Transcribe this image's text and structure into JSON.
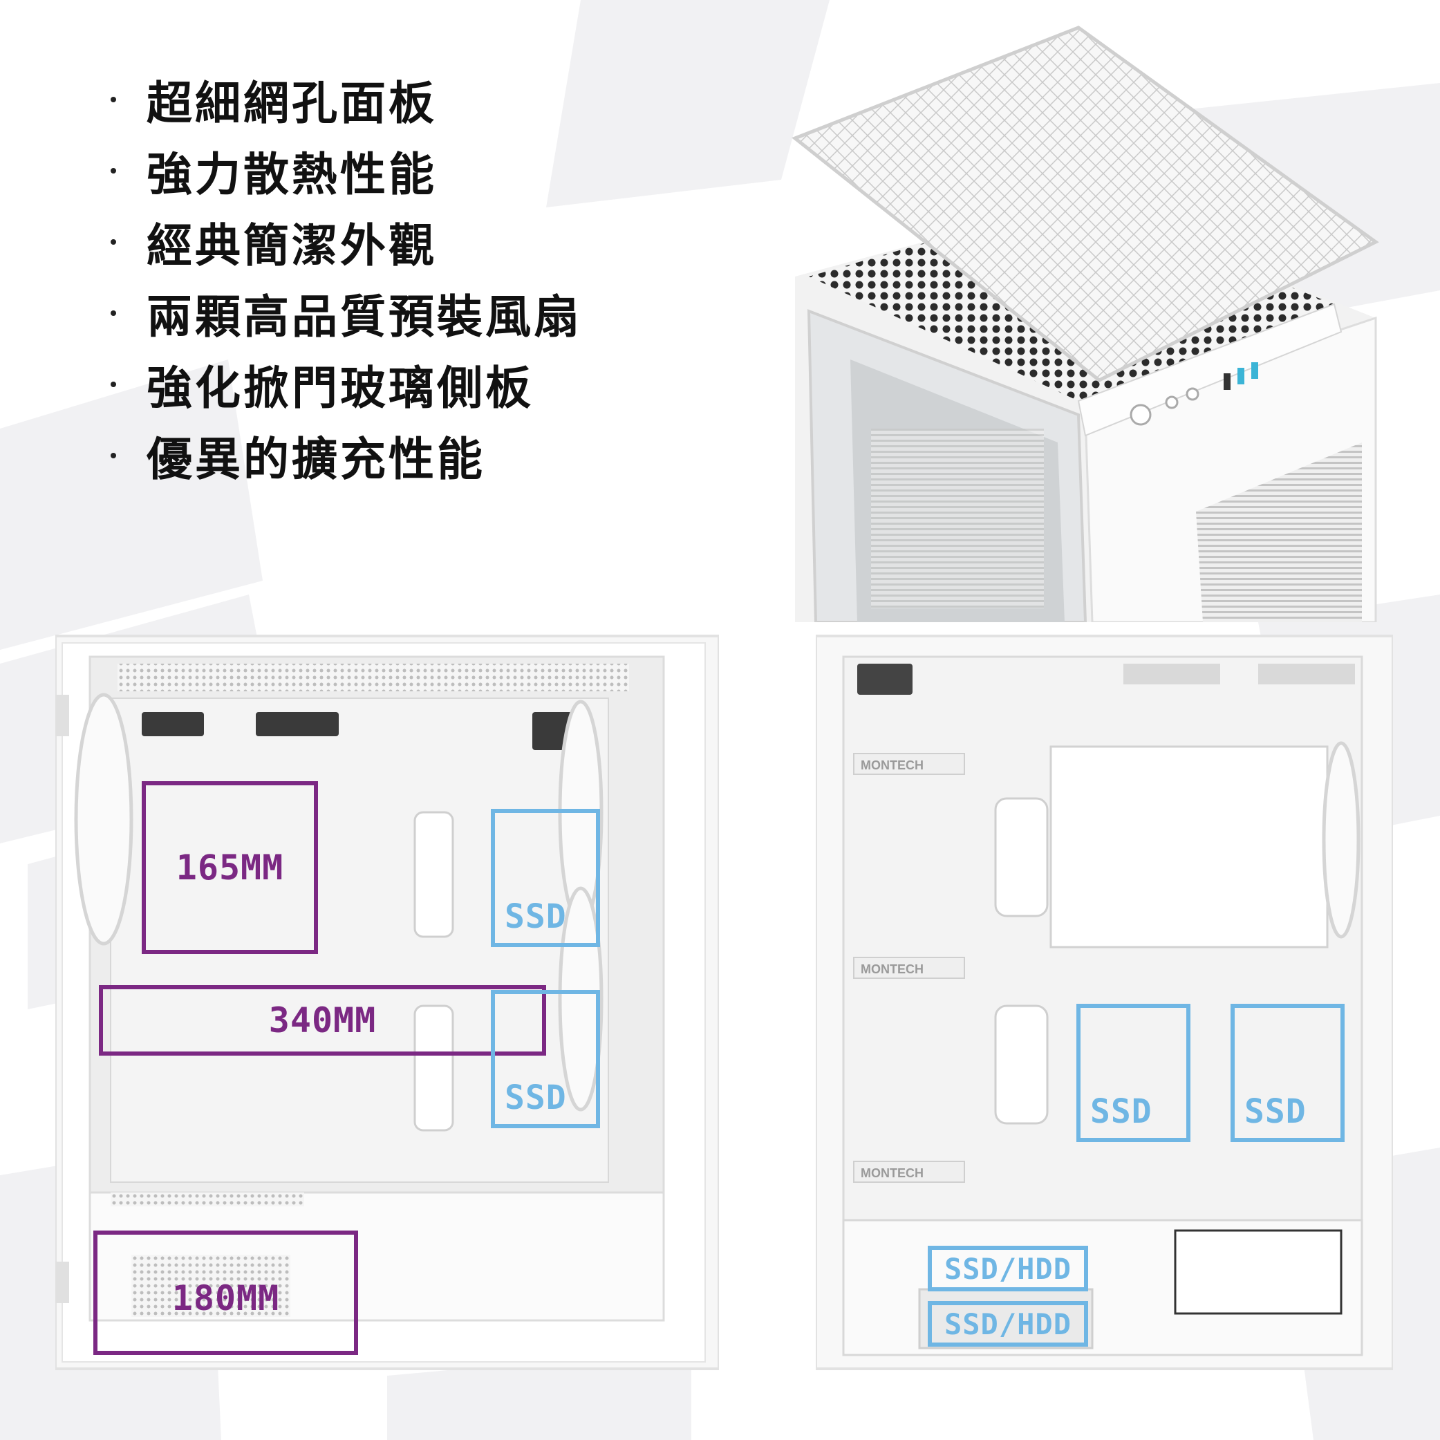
{
  "features": [
    "超細網孔面板",
    "強力散熱性能",
    "經典簡潔外觀",
    "兩顆高品質預裝風扇",
    "強化掀門玻璃側板",
    "優異的擴充性能"
  ],
  "annotations": {
    "gpu_height": "165MM",
    "gpu_length": "340MM",
    "psu_length": "180MM",
    "ssd": "SSD",
    "ssd_hdd": "SSD/HDD"
  },
  "brand_labels": [
    "MONTECH",
    "MONTECH",
    "MONTECH"
  ],
  "colors": {
    "purple": "#7b2883",
    "blue": "#6fb6e4",
    "case": "#ffffff"
  },
  "icons": [
    "montech-logo-icon"
  ]
}
